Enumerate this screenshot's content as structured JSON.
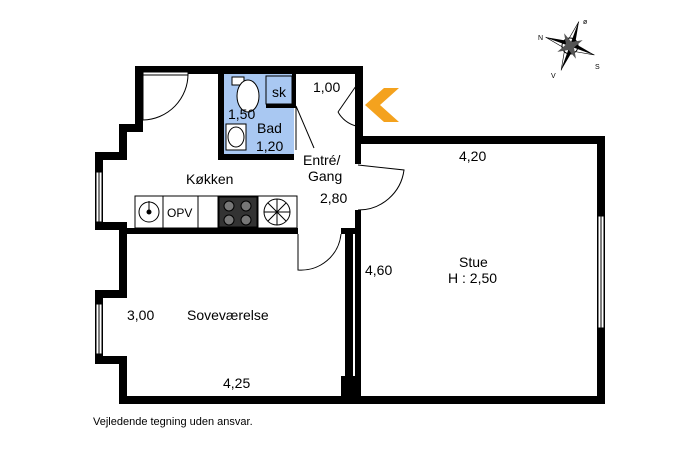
{
  "rooms": {
    "bad": {
      "name": "Bad",
      "area": "1,20",
      "width": "1,50"
    },
    "sk": {
      "name": "sk"
    },
    "entre": {
      "name_line1": "Entré/",
      "name_line2": "Gang",
      "width": "1,00",
      "depth": "2,80"
    },
    "kokken": {
      "name": "Køkken",
      "appliance_label": "OPV"
    },
    "stue": {
      "name": "Stue",
      "height": "H : 2,50",
      "width": "4,20",
      "depth": "4,60"
    },
    "sovevaerelse": {
      "name": "Soveværelse",
      "depth": "3,00",
      "width": "4,25"
    }
  },
  "compass": {
    "n": "N",
    "o": "ø",
    "s": "S",
    "v": "V"
  },
  "entrance_marker_color": "#f4a21e",
  "bathroom_color": "#a9c8f2",
  "disclaimer": "Vejledende tegning uden ansvar."
}
